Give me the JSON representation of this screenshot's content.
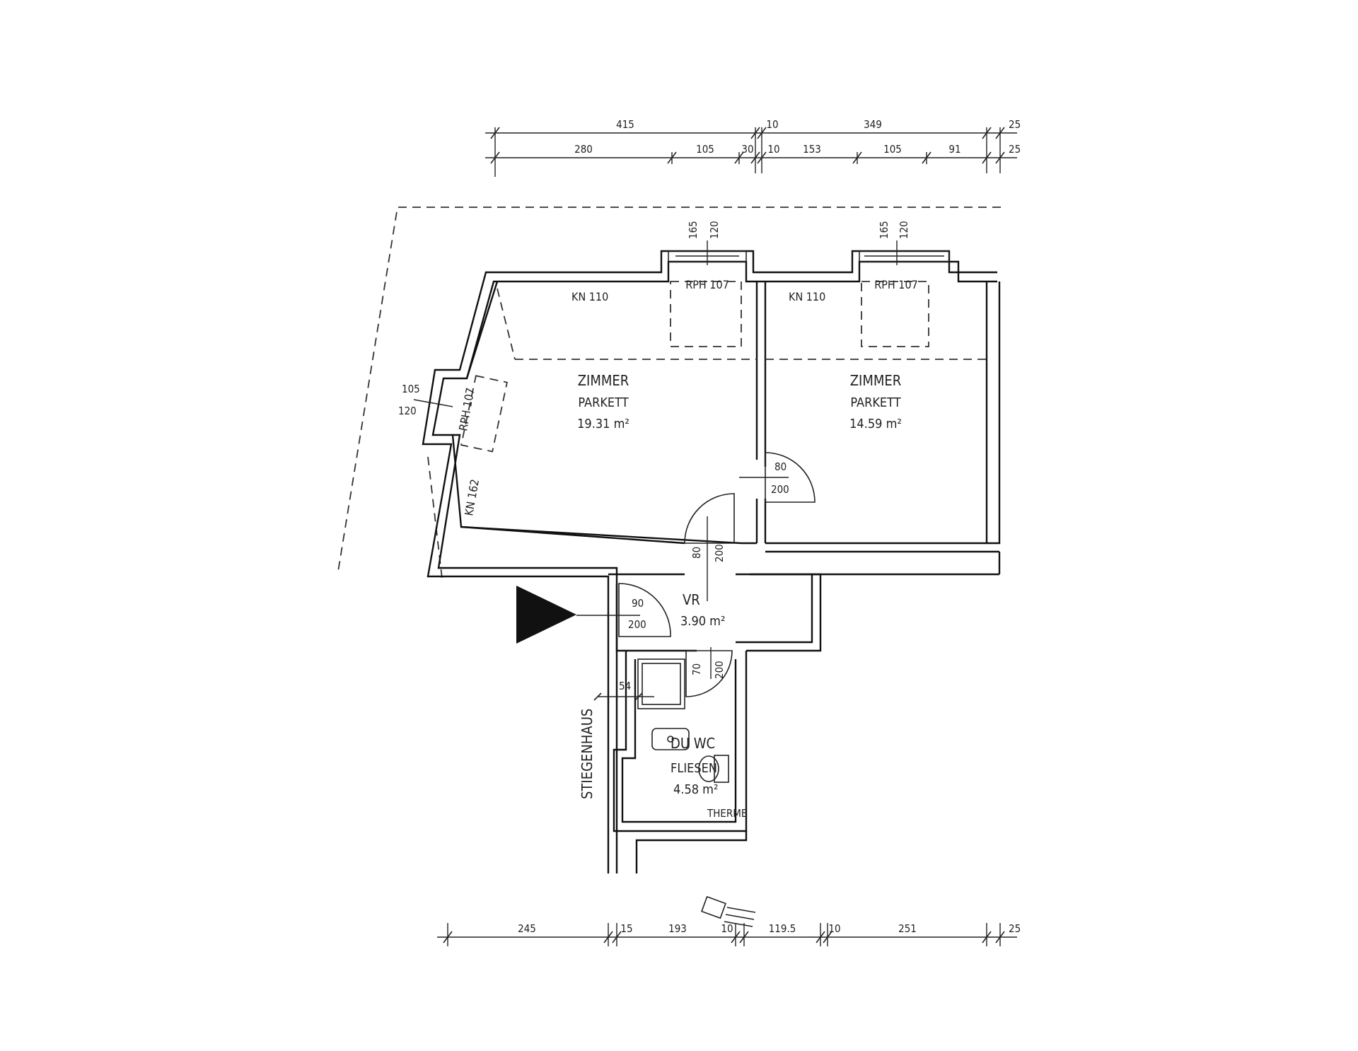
{
  "dimensions_top_outer": [
    "415",
    "10",
    "349",
    "25"
  ],
  "dimensions_top_inner": [
    "280",
    "105",
    "30",
    "10",
    "153",
    "105",
    "91",
    "25"
  ],
  "dimensions_bottom": [
    "245",
    "15",
    "193",
    "10",
    "119.5",
    "10",
    "251",
    "25"
  ],
  "rooms": {
    "zimmer1": {
      "name": "ZIMMER",
      "floor": "PARKETT",
      "area": "19.31 m²"
    },
    "zimmer2": {
      "name": "ZIMMER",
      "floor": "PARKETT",
      "area": "14.59 m²"
    },
    "vr": {
      "name": "VR",
      "area": "3.90 m²"
    },
    "wc": {
      "name": "DU WC",
      "floor": "FLIESEN",
      "area": "4.58 m²"
    }
  },
  "labels": {
    "kn1": "KN 110",
    "kn2": "KN 110",
    "kn3": "KN 162",
    "rph1": "RPH 107",
    "rph2": "RPH 107",
    "rph3": "RPH 107",
    "win1_a": "165",
    "win1_b": "120",
    "win2_a": "165",
    "win2_b": "120",
    "win3_a": "105",
    "win3_b": "120",
    "door_z2_w": "80",
    "door_z2_h": "200",
    "door_z1_w": "80",
    "door_z1_h": "200",
    "door_entry_w": "90",
    "door_entry_h": "200",
    "door_wc_w": "70",
    "door_wc_h": "200",
    "shower_w": "54",
    "stiegenhaus": "STIEGENHAUS",
    "therme": "THERME"
  }
}
